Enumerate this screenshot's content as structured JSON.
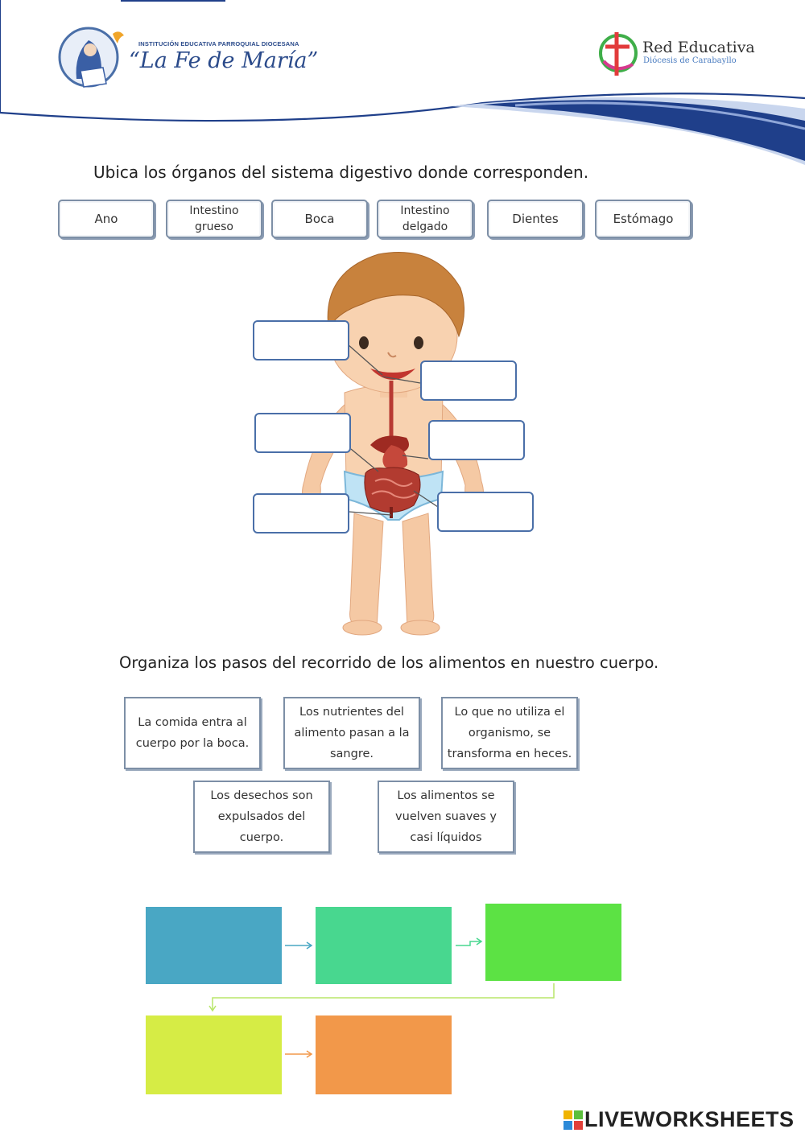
{
  "header": {
    "school_small": "INSTITUCIÓN EDUCATIVA PARROQUIAL DIOCESANA",
    "school_name": "“La Fe de María”",
    "network_title": "Red Educativa",
    "network_subtitle": "Diócesis de Carabayllo"
  },
  "section1": {
    "instruction": "Ubica los órganos del sistema digestivo donde corresponden.",
    "word_bank": [
      {
        "label": "Ano"
      },
      {
        "label": "Intestino grueso"
      },
      {
        "label": "Boca"
      },
      {
        "label": "Intestino delgado"
      },
      {
        "label": "Dientes"
      },
      {
        "label": "Estómago"
      }
    ],
    "drop_boxes": 6
  },
  "section2": {
    "instruction": "Organiza los pasos del recorrido de los alimentos en nuestro cuerpo.",
    "steps": [
      {
        "text": "La comida entra al cuerpo por la boca."
      },
      {
        "text": "Los nutrientes del alimento pasan a la sangre."
      },
      {
        "text": "Lo que no utiliza el organismo, se transforma en heces."
      },
      {
        "text": "Los desechos son expulsados del cuerpo."
      },
      {
        "text": "Los alimentos se vuelven suaves y casi líquidos"
      }
    ],
    "flow_colors": [
      "#49a7c4",
      "#48d78f",
      "#5ce244",
      "#d6ec45",
      "#f2984a"
    ]
  },
  "brand": {
    "name": "LIVEWORKSHEETS"
  },
  "colors": {
    "header_blue": "#1f3f8a",
    "header_light": "#c9d6ee",
    "box_border": "#4a6fa8"
  }
}
